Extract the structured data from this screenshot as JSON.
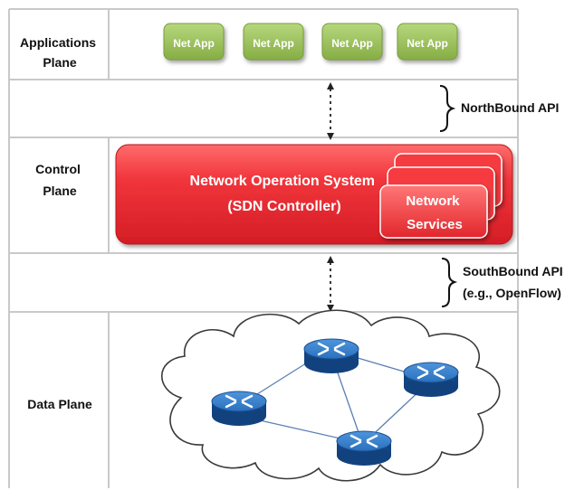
{
  "planes": {
    "applications": [
      "Applications",
      "Plane"
    ],
    "control": [
      "Control",
      "Plane"
    ],
    "data": "Data Plane"
  },
  "net_apps": [
    "Net App",
    "Net App",
    "Net App",
    "Net App"
  ],
  "controller": {
    "line1": "Network Operation System",
    "line2": "(SDN Controller)"
  },
  "services": [
    "Network",
    "Services"
  ],
  "apis": {
    "northbound": "NorthBound API",
    "southbound": [
      "SouthBound API",
      "(e.g., OpenFlow)"
    ]
  },
  "colors": {
    "net_app_fill": "#9bc15b",
    "controller_fill": "#ee2d33",
    "router_fill": "#1f66b5",
    "grid_line": "#c9c9c9"
  }
}
